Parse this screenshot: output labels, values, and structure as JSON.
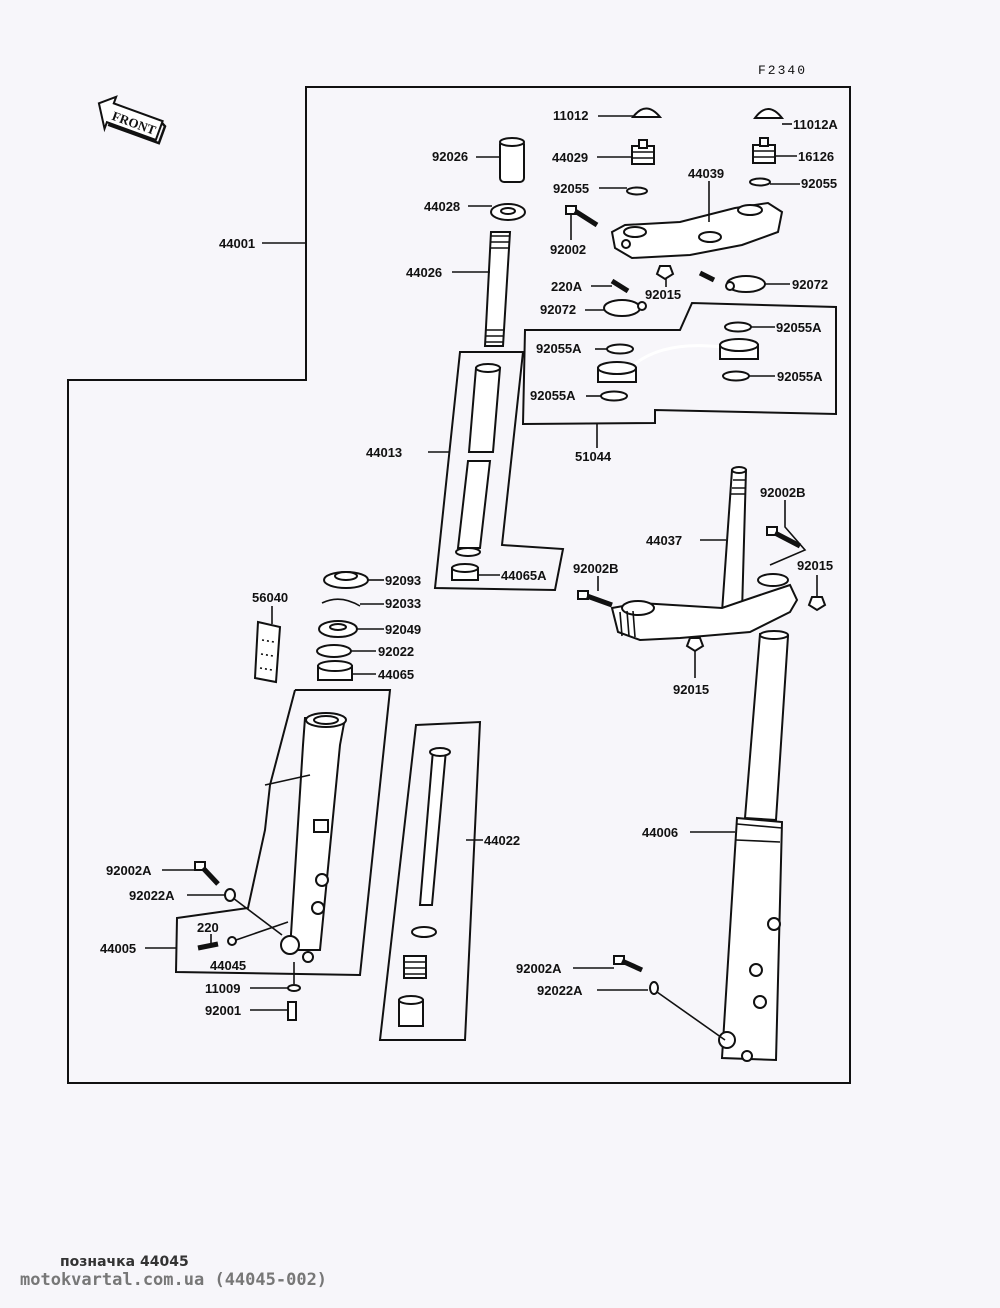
{
  "diagram": {
    "figure_code": "F2340",
    "front_arrow": "FRONT",
    "part_labels": {
      "p44001": "44001",
      "p92026": "92026",
      "p44028": "44028",
      "p44026": "44026",
      "p11012": "11012",
      "p11012A": "11012A",
      "p44029": "44029",
      "p16126": "16126",
      "p44039": "44039",
      "p92055_left": "92055",
      "p92055_right": "92055",
      "p92002": "92002",
      "p220A": "220A",
      "p92015_top": "92015",
      "p92072_left": "92072",
      "p92072_right": "92072",
      "p92055A_1": "92055A",
      "p92055A_2": "92055A",
      "p92055A_3": "92055A",
      "p92055A_4": "92055A",
      "p51044": "51044",
      "p44013": "44013",
      "p44065A": "44065A",
      "p92002B_right": "92002B",
      "p44037": "44037",
      "p92002B_left": "92002B",
      "p92015_right": "92015",
      "p92015_bottom": "92015",
      "p56040": "56040",
      "p92093": "92093",
      "p92033": "92033",
      "p92049": "92049",
      "p92022": "92022",
      "p44065": "44065",
      "p44022": "44022",
      "p44006": "44006",
      "p92002A_left": "92002A",
      "p92022A_left": "92022A",
      "p220": "220",
      "p44005": "44005",
      "p44045": "44045",
      "p11009": "11009",
      "p92001": "92001",
      "p92002A_right": "92002A",
      "p92022A_right": "92022A"
    }
  },
  "footer": {
    "caption": "позначка 44045",
    "watermark": "motokvartal.com.ua (44045-002)"
  }
}
